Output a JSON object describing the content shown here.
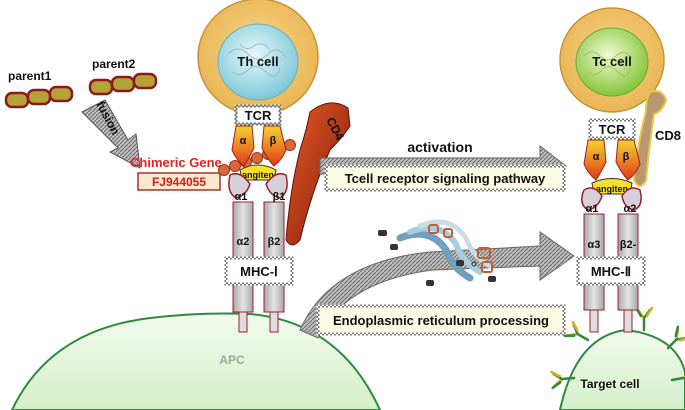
{
  "labels": {
    "parent1": "parent1",
    "parent2": "parent2",
    "fusion": "fusion",
    "chimeric_gene": "Chimeric Gene",
    "gene_id": "FJ944055",
    "th_cell": "Th cell",
    "tc_cell": "Tc cell",
    "tcr_left": "TCR",
    "tcr_right": "TCR",
    "alpha_left": "α",
    "beta_left": "β",
    "alpha_right": "α",
    "beta_right": "β",
    "angiten_left": "angiten",
    "angiten_right": "angiten",
    "cd4": "CD4",
    "cd8": "CD8",
    "alpha1_left": "α1",
    "beta1_left": "β1",
    "alpha2_left": "α2",
    "beta2_left": "β2",
    "mhc_left": "MHC-Ⅰ",
    "alpha1_right": "α1",
    "alpha2_right": "α2",
    "alpha3_right": "α3",
    "beta2_right": "β2-",
    "mhc_right": "MHC-Ⅱ",
    "activation": "activation",
    "tcell_pathway": "Tcell receptor signaling pathway",
    "er_processing": "Endoplasmic reticulum processing",
    "apc": "APC",
    "target_cell": "Target cell"
  },
  "colors": {
    "olive": "#b5a33a",
    "dark_red": "#8b1a1a",
    "chimeric_red": "#e8231d",
    "cell_orange": "#f0c060",
    "cell_orange_edge": "#d4a040",
    "th_nucleus": "#a8dde8",
    "tc_nucleus": "#b8e070",
    "apc_green": "#e6f5dc",
    "apc_edge": "#2e8b3e",
    "tcr_yellow": "#f8e030",
    "tcr_red": "#e03c1c",
    "mhc_grey": "#c8c8c8",
    "mhc_edge": "#9a2030",
    "arrow_grey": "#8c8c8c",
    "box_fill": "#fdfbe4"
  }
}
